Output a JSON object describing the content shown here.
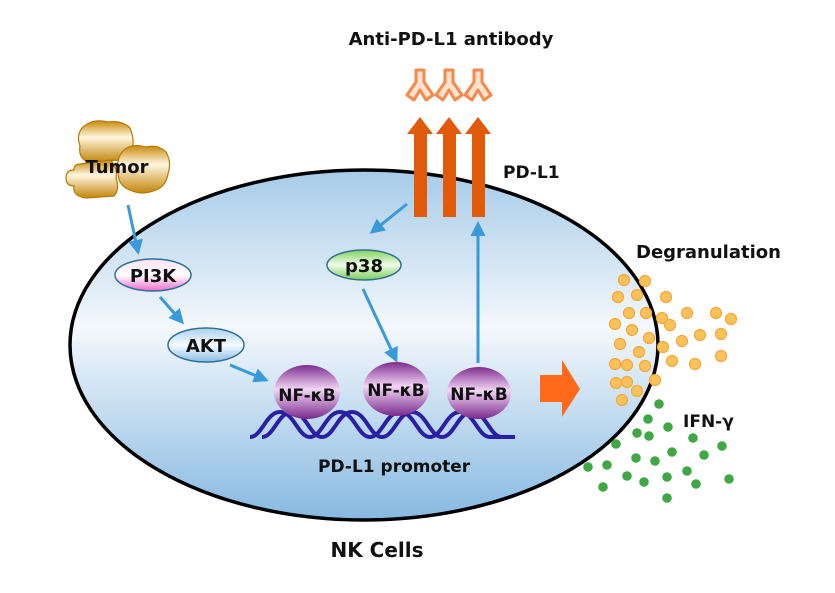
{
  "title": "Anti-PD-L1 antibody",
  "labels": {
    "antibody": "Anti-PD-L1 antibody",
    "pdl1": "PD-L1",
    "tumor": "Tumor",
    "degranulation": "Degranulation",
    "ifng": "IFN-γ",
    "promoter": "PD-L1 promoter",
    "cell": "NK Cells"
  },
  "nodes": {
    "pi3k": "PI3K",
    "akt": "AKT",
    "p38": "p38",
    "nfkb": [
      "NF-κB",
      "NF-κB",
      "NF-κB"
    ]
  },
  "colors": {
    "cell_fill_top": "#e9f1f9",
    "cell_fill_bottom": "#8dbde3",
    "arrow_blue": "#3a9ad9",
    "pdl1_orange": "#e05a0a",
    "antibody_orange": "#f6884a",
    "block_arrow": "#ff6a1a",
    "granule_orange": "#fcc25a",
    "granule_green": "#3fa845",
    "nfkb_purple": "#8e3c99",
    "dna_blue": "#2a1fa4",
    "tumor_gold": "#d0950e",
    "pi3k_pink": "#f07ad0",
    "p38_green": "#7ed35a",
    "akt_blue": "#a8d0ee"
  },
  "counts": {
    "antibodies": 3,
    "pdl1_receptors": 3,
    "degranulation_granules": 32,
    "ifng_molecules": 22
  }
}
